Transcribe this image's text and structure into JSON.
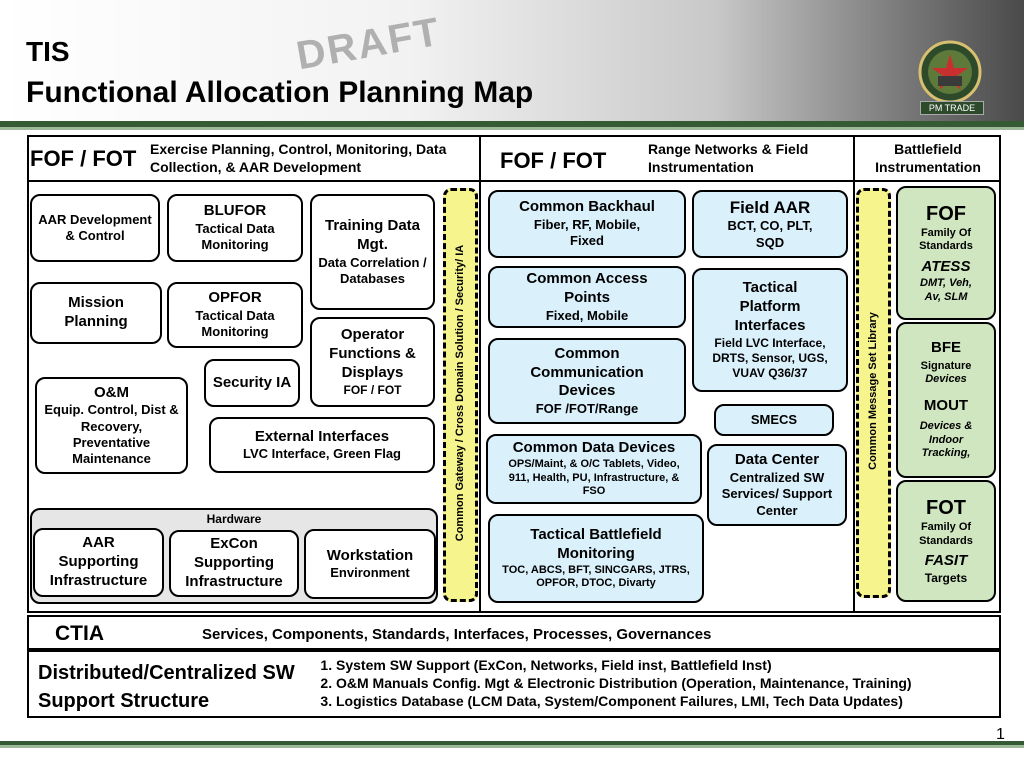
{
  "header": {
    "title_line1": "TIS",
    "title_line2": "Functional Allocation Planning Map",
    "watermark": "DRAFT",
    "logo_label": "PM TRADE"
  },
  "colors": {
    "band": "#345b34",
    "box_blue": "#daf0fb",
    "box_green": "#cfe6c0",
    "dash_yellow": "#f6f48c"
  },
  "section1": {
    "fof_fot": "FOF / FOT",
    "heading": "Exercise Planning, Control, Monitoring, Data Collection, &  AAR Development",
    "aar_dev": "AAR Development & Control",
    "blufor_title": "BLUFOR",
    "blufor_sub": "Tactical Data Monitoring",
    "training_title": "Training Data Mgt.",
    "training_sub": "Data Correlation / Databases",
    "mission": "Mission Planning",
    "opfor_title": "OPFOR",
    "opfor_sub": "Tactical Data Monitoring",
    "operator_title": "Operator Functions & Displays",
    "operator_sub": "FOF / FOT",
    "security": "Security IA",
    "om_title": "O&M",
    "om_sub": "Equip.  Control, Dist & Recovery, Preventative Maintenance",
    "external_title": "External Interfaces",
    "external_sub": "LVC Interface, Green Flag",
    "hardware": "Hardware",
    "aar_support_title": "AAR",
    "aar_support_sub": "Supporting Infrastructure",
    "excon_title": "ExCon",
    "excon_sub": "Supporting Infrastructure",
    "workstation_title": "Workstation",
    "workstation_sub": "Environment",
    "gateway": "Common Gateway / Cross Domain Solution / Security/ IA"
  },
  "section2": {
    "fof_fot": "FOF / FOT",
    "heading": "Range Networks & Field Instrumentation",
    "backhaul_title": "Common Backhaul",
    "backhaul_sub": "Fiber, RF, Mobile, Fixed",
    "access_title": "Common Access Points",
    "access_sub": "Fixed, Mobile",
    "comm_title": "Common Communication Devices",
    "comm_sub": "FOF /FOT/Range",
    "data_dev_title": "Common Data Devices",
    "data_dev_sub": "OPS/Maint, &  O/C Tablets, Video, 911, Health, PU, Infrastructure, & FSO",
    "tbm_title": "Tactical Battlefield Monitoring",
    "tbm_sub": "TOC, ABCS, BFT, SINCGARS, JTRS, OPFOR, DTOC, Divarty",
    "field_aar_title": "Field AAR",
    "field_aar_sub": "BCT, CO, PLT, SQD",
    "tpi_title": "Tactical Platform Interfaces",
    "tpi_sub": "Field LVC Interface, DRTS, Sensor, UGS, VUAV Q36/37",
    "smecs": "SMECS",
    "dc_title": "Data Center",
    "dc_sub": "Centralized SW Services/ Support Center",
    "message_set": "Common Message Set Library"
  },
  "section3": {
    "heading": "Battlefield Instrumentation",
    "fof": "FOF",
    "fof_sub": "Family Of Standards",
    "atess": "ATESS",
    "atess_sub": "DMT, Veh, Av, SLM",
    "bfe": "BFE",
    "signature": "Signature",
    "devices": "Devices",
    "mout": "MOUT",
    "mout_sub": "Devices & Indoor Tracking,",
    "fot": "FOT",
    "fot_sub": "Family Of Standards",
    "fasit": "FASIT",
    "targets": "Targets"
  },
  "ctia": {
    "label": "CTIA",
    "text": "Services, Components, Standards, Interfaces, Processes, Governances"
  },
  "support": {
    "label": "Distributed/Centralized SW Support Structure",
    "items": [
      "System SW Support (ExCon, Networks, Field inst, Battlefield Inst)",
      "O&M Manuals Config. Mgt & Electronic Distribution (Operation, Maintenance, Training)",
      "Logistics Database (LCM Data, System/Component Failures, LMI, Tech Data Updates)"
    ]
  },
  "page_number": "1"
}
